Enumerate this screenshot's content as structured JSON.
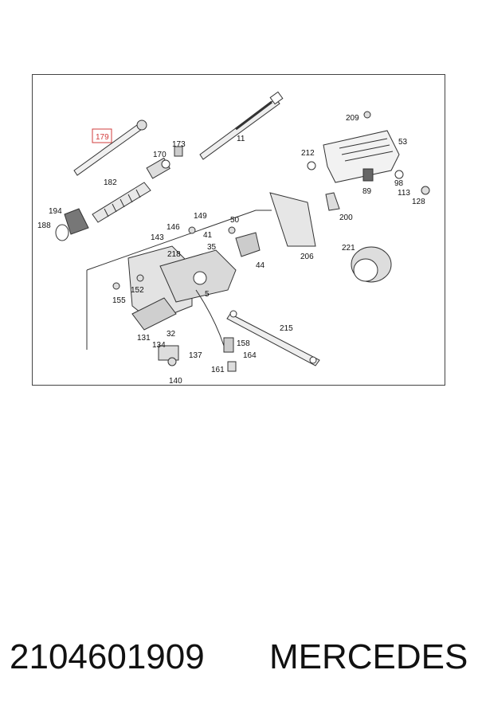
{
  "diagram": {
    "highlight_label": "179",
    "labels": {
      "l11": "11",
      "l209": "209",
      "l53": "53",
      "l212": "212",
      "l173": "173",
      "l170": "170",
      "l182": "182",
      "l194": "194",
      "l188": "188",
      "l89": "89",
      "l98": "98",
      "l113": "113",
      "l128": "128",
      "l200": "200",
      "l149": "149",
      "l146": "146",
      "l41": "41",
      "l143": "143",
      "l50": "50",
      "l35": "35",
      "l218": "218",
      "l44": "44",
      "l206": "206",
      "l221": "221",
      "l152": "152",
      "l155": "155",
      "l5": "5",
      "l32": "32",
      "l131": "131",
      "l134": "134",
      "l215": "215",
      "l137": "137",
      "l158": "158",
      "l164": "164",
      "l161": "161",
      "l140": "140"
    }
  },
  "footer": {
    "part_number": "2104601909",
    "brand": "MERCEDES"
  },
  "colors": {
    "highlight": "#d23c3c",
    "line": "#333333"
  }
}
